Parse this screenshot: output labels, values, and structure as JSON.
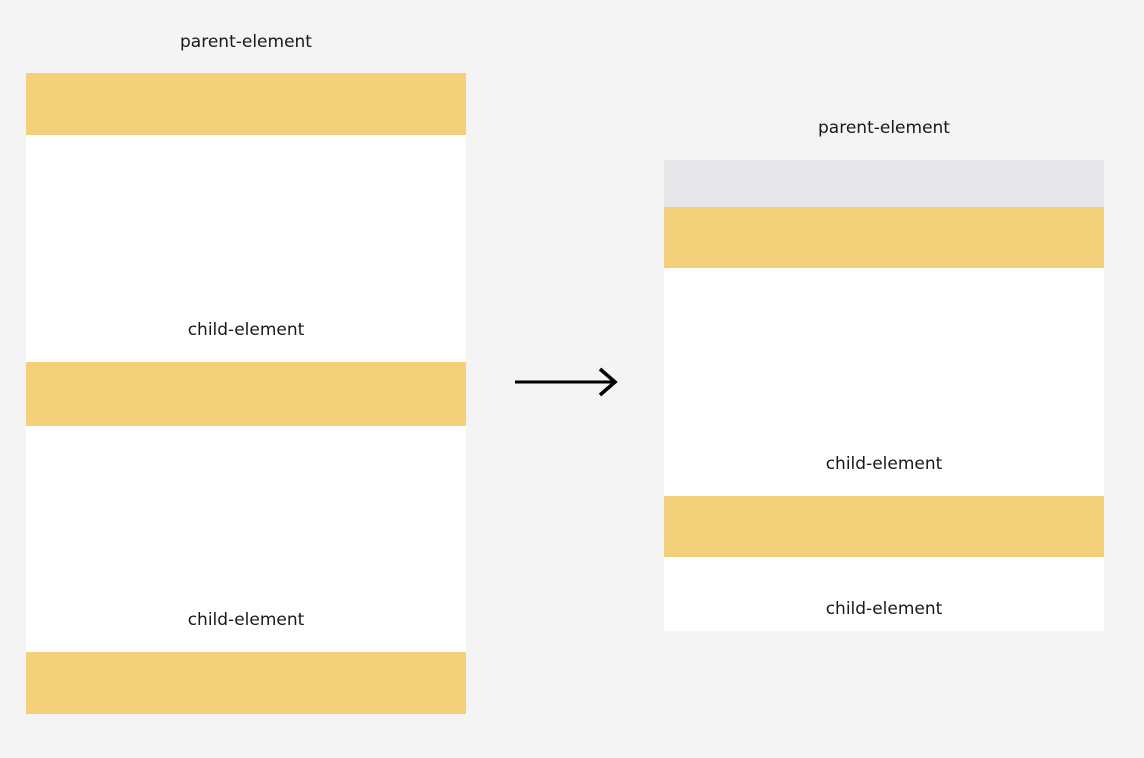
{
  "colors": {
    "background": "#F4F4F5",
    "surface": "#FFFFFF",
    "highlight": "#F2D17A",
    "offsetGray": "#E7E7E9",
    "text": "#18181B",
    "arrow": "#000000"
  },
  "before": {
    "title": "parent-element",
    "child1_label": "child-element",
    "child2_label": "child-element"
  },
  "after": {
    "title": "parent-element",
    "child1_label": "child-element",
    "child2_label": "child-element"
  }
}
